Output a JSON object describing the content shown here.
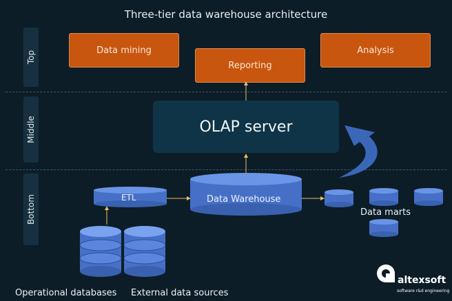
{
  "title": "Three-tier data warehouse architecture",
  "tiers": {
    "top": "Top",
    "middle": "Middle",
    "bottom": "Bottom"
  },
  "top_tier": {
    "data_mining": "Data mining",
    "reporting": "Reporting",
    "analysis": "Analysis"
  },
  "middle_tier": {
    "olap_server": "OLAP server"
  },
  "bottom_tier": {
    "etl": "ETL",
    "data_warehouse": "Data Warehouse",
    "data_marts": "Data marts",
    "operational_databases": "Operational databases",
    "external_data_sources": "External data sources"
  },
  "logo": {
    "name": "altexsoft",
    "tagline": "software r&d engineering"
  },
  "colors": {
    "background": "#0c1d28",
    "accent_orange": "#c8560f",
    "cylinder_blue": "#4a79d6",
    "olap_box": "#0f3447",
    "arrow_blue": "#3b67b8"
  }
}
